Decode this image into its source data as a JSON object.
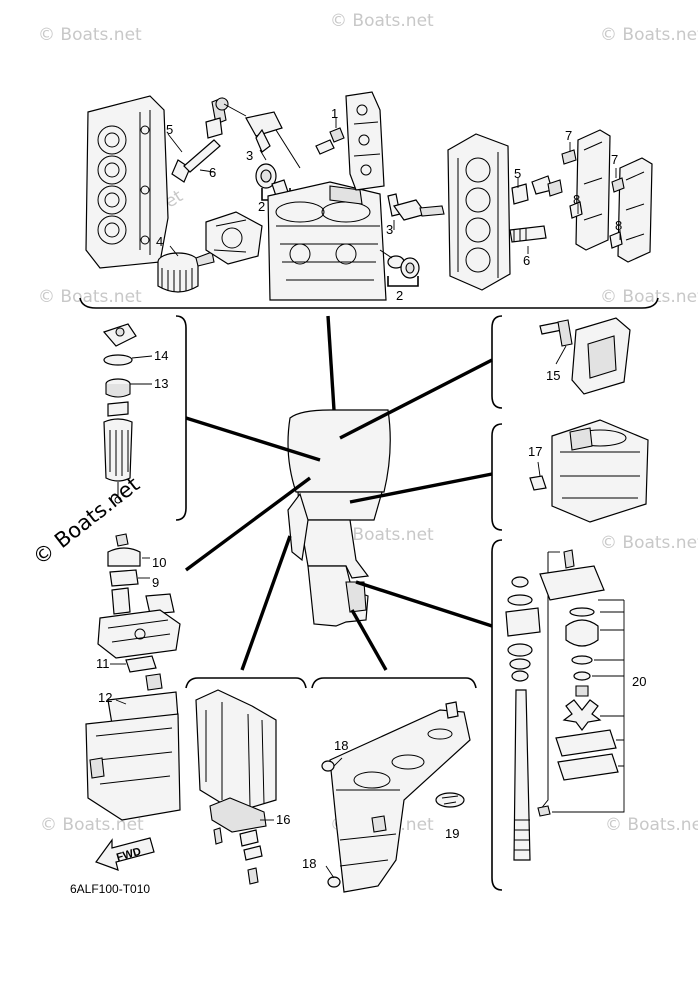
{
  "watermarks": [
    "© Boats.net",
    "© Boats.net",
    "© Boats.net",
    "© Boats.net",
    "© Boats.net",
    "© Boats.net",
    "© Boats.net",
    "© Boats.net",
    "© Boats.net",
    "© Boats.net",
    "© Boats.net"
  ],
  "watermark_large": "© Boats.net",
  "callouts": {
    "c1": "1",
    "c2a": "2",
    "c2b": "2",
    "c3a": "3",
    "c3b": "3",
    "c4": "4",
    "c5a": "5",
    "c5b": "5",
    "c6a": "6",
    "c6b": "6",
    "c7a": "7",
    "c7b": "7",
    "c8a": "8",
    "c8b": "8",
    "c9": "9",
    "c10": "10",
    "c11": "11",
    "c12": "12",
    "c13": "13",
    "c14": "14",
    "c15": "15",
    "c16": "16",
    "c17": "17",
    "c18a": "18",
    "c18b": "18",
    "c19": "19",
    "c20": "20"
  },
  "fwd_label": "FWD",
  "figure_code": "6ALF100-T010"
}
